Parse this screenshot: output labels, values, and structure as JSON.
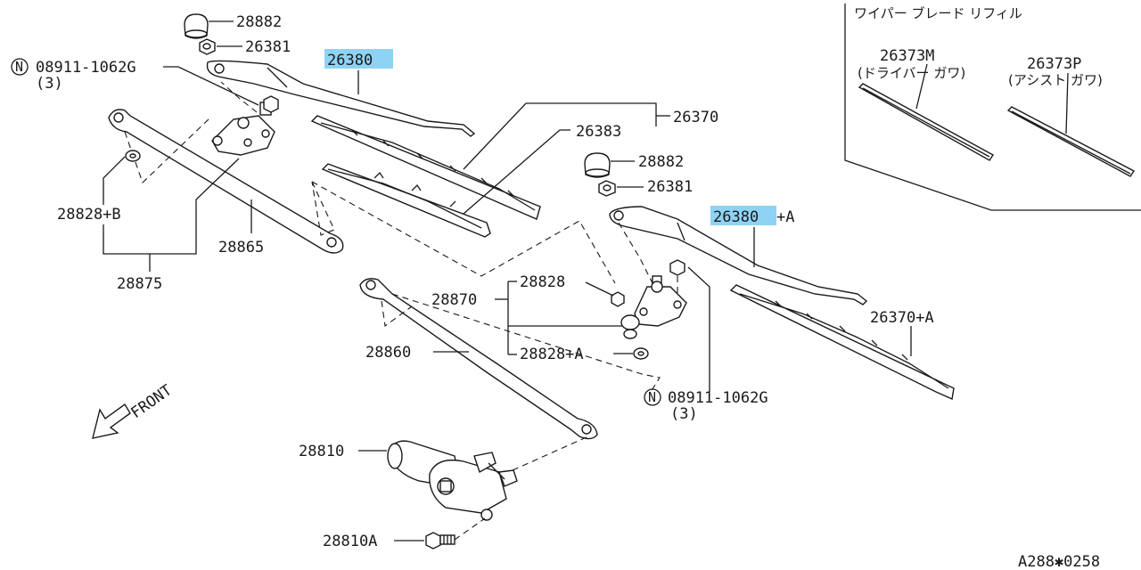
{
  "callouts": {
    "cap_left": "28882",
    "nut_left": "26381",
    "arm_left": "26380",
    "n_left": "08911-1062G",
    "n_left_qty": "(3)",
    "blade_assy": "26370",
    "blade_rubber": "26383",
    "washer_b": "28828+B",
    "link_short": "28865",
    "linkage_assy": "28875",
    "cap_right": "28882",
    "nut_right": "26381",
    "arm_right_base": "26380",
    "arm_right_suffix": "+A",
    "pivot_group": "28870",
    "washer": "28828",
    "washer_a": "28828+A",
    "link_long": "28860",
    "blade_right": "26370+A",
    "n_right": "08911-1062G",
    "n_right_qty": "(3)",
    "motor": "28810",
    "motor_bolt": "28810A",
    "front": "FRONT",
    "n_symbol": "N"
  },
  "refill_box": {
    "title": "ワイパー ブレード リフィル",
    "driver_part": "26373M",
    "driver_side": "(ドライバー ガワ)",
    "assist_part": "26373P",
    "assist_side": "(アシスト ガワ)"
  },
  "footer": {
    "diagram_code": "A288✱0258"
  },
  "colors": {
    "highlight": "#8fd3f4",
    "ink": "#1a1a1a"
  }
}
